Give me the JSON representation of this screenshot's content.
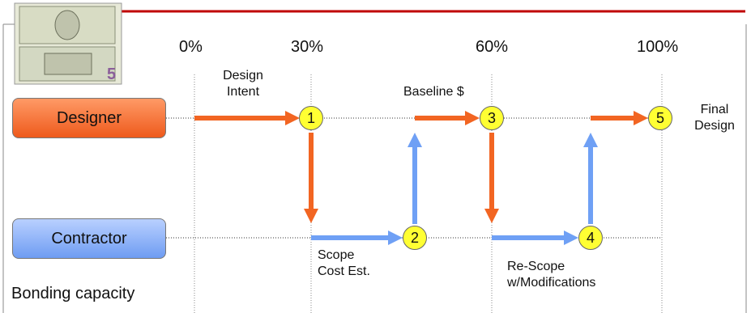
{
  "progress_markers": [
    "0%",
    "30%",
    "60%",
    "100%"
  ],
  "roles": {
    "designer": "Designer",
    "contractor": "Contractor"
  },
  "steps": [
    "1",
    "2",
    "3",
    "4",
    "5"
  ],
  "annotations": {
    "design_intent": [
      "Design",
      "Intent"
    ],
    "baseline": "Baseline $",
    "final_design": [
      "Final",
      "Design"
    ],
    "scope_cost": [
      "Scope",
      "Cost Est."
    ],
    "rescope": [
      "Re-Scope",
      "w/Modifications"
    ]
  },
  "footer": {
    "bonding_capacity": "Bonding capacity"
  },
  "colors": {
    "designer_flow": "#f26522",
    "contractor_flow": "#6fa0f5",
    "step_circle": "#ffff33",
    "header_rule": "#c00000"
  }
}
